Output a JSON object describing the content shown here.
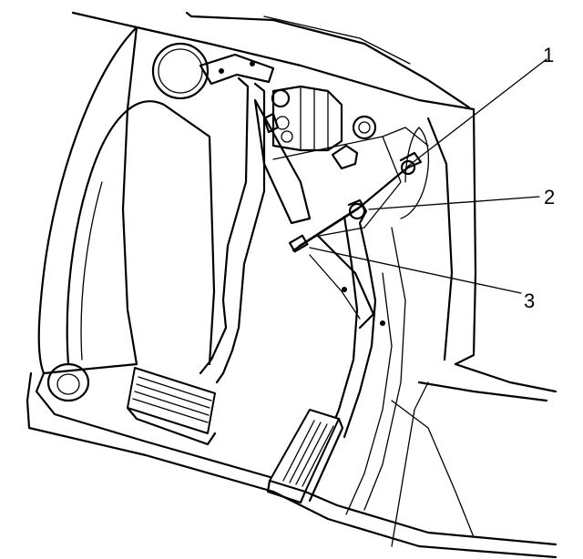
{
  "diagram": {
    "callouts": [
      {
        "number": "1"
      },
      {
        "number": "2"
      },
      {
        "number": "3"
      }
    ]
  }
}
